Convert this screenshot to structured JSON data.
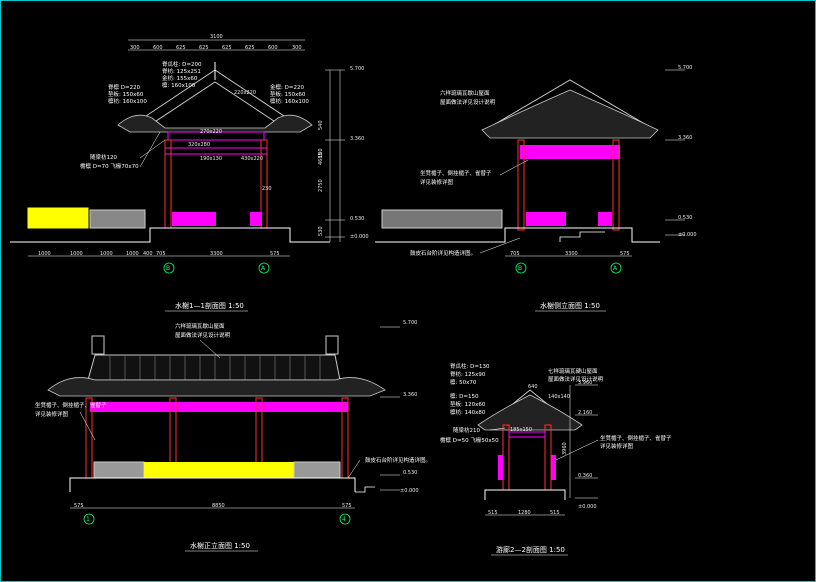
{
  "drawings": {
    "section1": {
      "title": "水榭1—1剖面图  1:50",
      "overall_dim": "3100",
      "top_dims": [
        "300",
        "600",
        "625",
        "625",
        "625",
        "625",
        "600",
        "300"
      ],
      "bottom_dims": [
        "1000",
        "1000",
        "1000",
        "1000",
        "400",
        "705",
        "3300",
        "575"
      ],
      "levels": [
        "5.700",
        "3.360",
        "0.530",
        "±0.000"
      ],
      "vertical_dims": [
        "4685",
        "2750",
        "530",
        "180",
        "540"
      ],
      "members": [
        "220x220",
        "270x220",
        "320x280",
        "190x130",
        "430x220",
        "230"
      ],
      "left_notes": [
        "脊檩 D=220",
        "垫板: 150x60",
        "檩枋: 160x100"
      ],
      "mid_notes": [
        "脊瓜柱: D=200",
        "脊枋: 125x251",
        "金枋: 155x60",
        "檩: 160x100"
      ],
      "right_notes": [
        "金檩: D=220",
        "垫板: 150x60",
        "檩枋: 160x100"
      ],
      "lower_notes": [
        "随梁枋120",
        "檐檩 D=70  飞椽70x70"
      ],
      "axes": [
        "B",
        "A"
      ]
    },
    "side_elevation": {
      "title": "水榭侧立面图  1:50",
      "levels": [
        "5.700",
        "3.360",
        "0.530",
        "±0.000"
      ],
      "notes": [
        "六样琉璃瓦歇山屋面",
        "屋面做法详见设计说明",
        "坐凳楣子、倒挂楣子、雀替子",
        "详见装修详图",
        "鼓皮石台阶详见构造详图。"
      ],
      "bottom_dims": [
        "705",
        "3300",
        "575"
      ],
      "axes": [
        "B",
        "A"
      ]
    },
    "front_elevation": {
      "title": "水榭正立面图  1:50",
      "levels": [
        "5.700",
        "3.360",
        "0.530",
        "±0.000"
      ],
      "roof_notes": [
        "六样琉璃瓦歇山屋面",
        "屋面做法详见设计说明"
      ],
      "left_notes": [
        "坐凳楣子、倒挂楣子、雀替子",
        "详见装修详图"
      ],
      "right_note": "鼓皮石台阶详见构造详图。",
      "bottom_dims": [
        "575",
        "8850",
        "575"
      ],
      "axes": [
        "1",
        "4"
      ]
    },
    "section2": {
      "title": "游廊2—2剖面图  1:50",
      "levels": [
        "3.960",
        "2.160",
        "0.360",
        "±0.000"
      ],
      "left_notes": [
        "脊瓜柱: D=130",
        "脊枋: 125x90",
        "檩: 50x70",
        "檩: D=150",
        "垫板: 120x60",
        "檩枋: 140x80"
      ],
      "lower_notes": [
        "随梁枋210",
        "檐檩 D=50  飞椽50x50"
      ],
      "roof_notes": [
        "七样琉璃瓦硬山屋面",
        "屋面做法详见设计说明"
      ],
      "right_notes": [
        "坐凳楣子、倒挂楣子、雀替子",
        "详见装修详图"
      ],
      "members": [
        "640",
        "140x140",
        "185x150"
      ],
      "vertical_dim": "3960",
      "bottom_dims": [
        "515",
        "1280",
        "515"
      ]
    }
  },
  "colors": {
    "background": "#000000",
    "line": "#ffffff",
    "roof": "#c8c8c8",
    "railing": "#ffff00",
    "beam": "#ff00ff",
    "column": "#ff3030",
    "dimension": "#ffffff",
    "axis": "#00ff66",
    "annotation": "#ffffff",
    "frame": "#00c8c8"
  }
}
